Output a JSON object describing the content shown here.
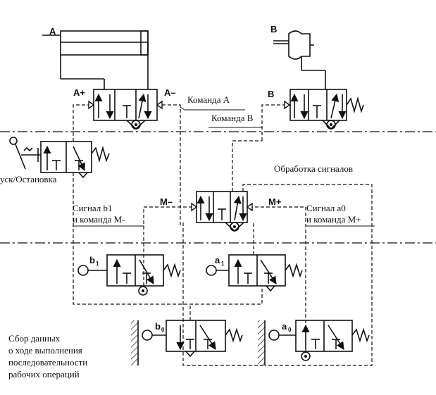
{
  "labels": {
    "cyl_a": "A",
    "cyl_b": "B",
    "a_plus": "A+",
    "a_minus": "A–",
    "b_port": "B",
    "cmd_a": "Команда A",
    "cmd_b": "Команда B",
    "start_stop": "уск/Остановка",
    "processing": "Обработка сигналов",
    "m_minus": "M–",
    "m_plus": "M+",
    "sig_b1_line1": "Сигнал b1",
    "sig_b1_line2": "и команда M-",
    "sig_a0_line1": "Сигнал a0",
    "sig_a0_line2": "и команда M+",
    "b1": "b",
    "b1_sub": "1",
    "a1": "a",
    "a1_sub": "1",
    "b0": "b",
    "b0_sub": "0",
    "a0": "a",
    "a0_sub": "0",
    "collect_line1": "Сбор данных",
    "collect_line2": "о ходе выполнения",
    "collect_line3": "последовательности",
    "collect_line4": "рабочих операций"
  }
}
